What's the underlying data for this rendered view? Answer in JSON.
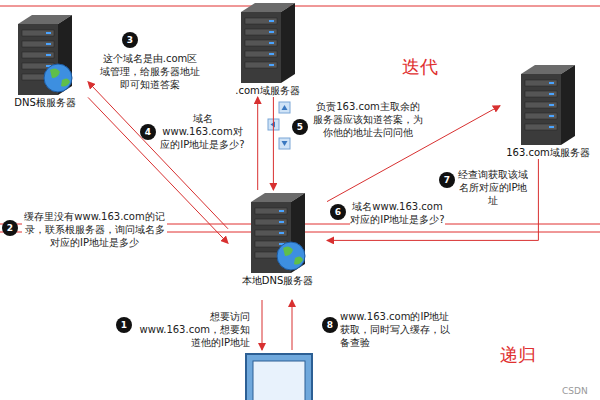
{
  "diagram": {
    "nodes": [
      {
        "text": [
          "DNS根服务器"
        ]
      },
      {
        "text": [
          ".com域服务器"
        ]
      },
      {
        "text": [
          "163.com域服务器"
        ]
      },
      {
        "text": [
          "本地DNS服务器"
        ]
      }
    ],
    "edges": [
      {
        "from": 3,
        "to": 0,
        "arrow": "to",
        "label": "缓存里没有www.163.com的记录，联系根服务器，询问域名多对应的IP地址是多少"
      },
      {
        "from": 0,
        "to": 3,
        "arrow": "to",
        "label": "这个域名是由.com区域管理，给服务器地址即可知道答案"
      },
      {
        "from": 3,
        "to": 1,
        "arrow": "to",
        "label": "域名www.163.com对应的IP地址是多少?"
      },
      {
        "from": 1,
        "to": 3,
        "arrow": "to",
        "label": "负责163.com主取余的服务器应该知道答案，为你他的地址去问问他"
      },
      {
        "from": 3,
        "to": 2,
        "arrow": "to",
        "label": "域名www.163.com对应的IP地址是多少?"
      },
      {
        "from": 2,
        "to": 3,
        "arrow": "to",
        "label": "经查询获取该域名所对应的IP地址"
      }
    ],
    "labels": [
      "迭代",
      "递归",
      "1",
      "2",
      "3",
      "4",
      "5",
      "6",
      "7",
      "8",
      "想要访问www.163.com，想要知道他的IP地址",
      "www.163.com的IP地址获取，同时写入缓存，以备查验",
      "CSDN"
    ]
  }
}
